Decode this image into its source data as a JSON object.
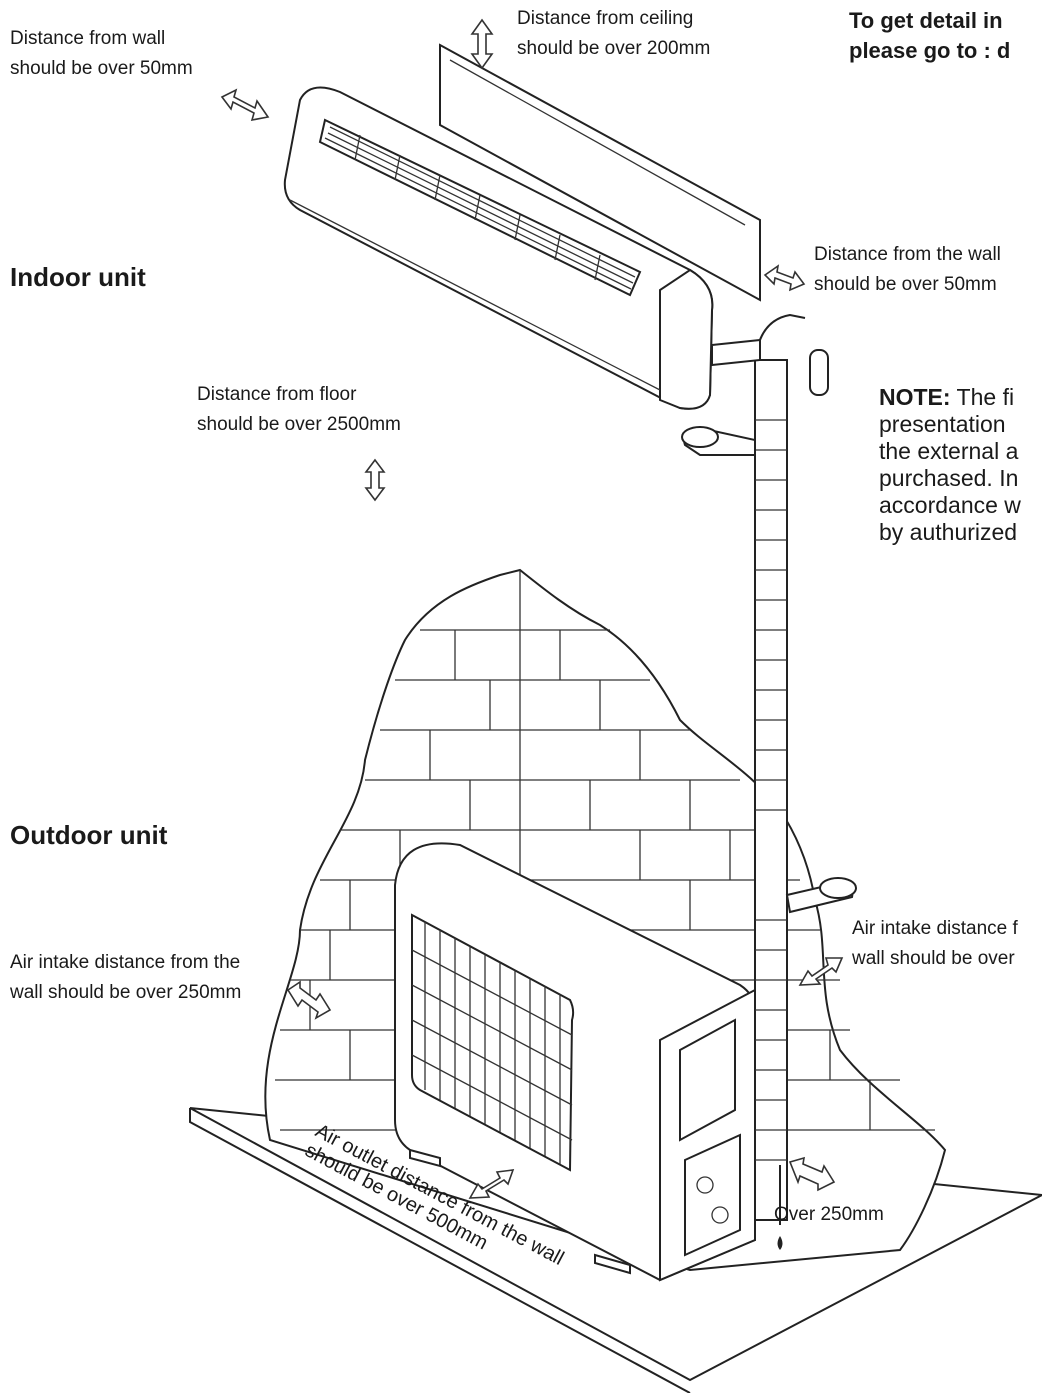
{
  "headings": {
    "indoor": "Indoor unit",
    "outdoor": "Outdoor unit"
  },
  "top_link": {
    "line1": "To get detail in",
    "line2": "please go to : d"
  },
  "labels": {
    "wall_left": [
      "Distance from wall",
      "should be over 50mm"
    ],
    "ceiling": [
      "Distance from ceiling",
      "should be over 200mm"
    ],
    "wall_right": [
      "Distance from the wall",
      "should be over 50mm"
    ],
    "floor": [
      "Distance from floor",
      "should be over 2500mm"
    ],
    "air_intake_left": [
      "Air intake distance from the",
      "wall should be over 250mm"
    ],
    "air_intake_right": [
      "Air intake distance f",
      "wall should be over"
    ],
    "air_outlet": [
      "Air outlet distance from the wall",
      "should be over 500mm"
    ],
    "over_250": "Over 250mm"
  },
  "note": {
    "keyword": "NOTE:",
    "lines": [
      "The fi",
      "presentation",
      "the external a",
      "purchased. In",
      "accordance w",
      "by authurized"
    ]
  },
  "icons": [
    "double-arrow-icon",
    "drain-drop-icon"
  ]
}
